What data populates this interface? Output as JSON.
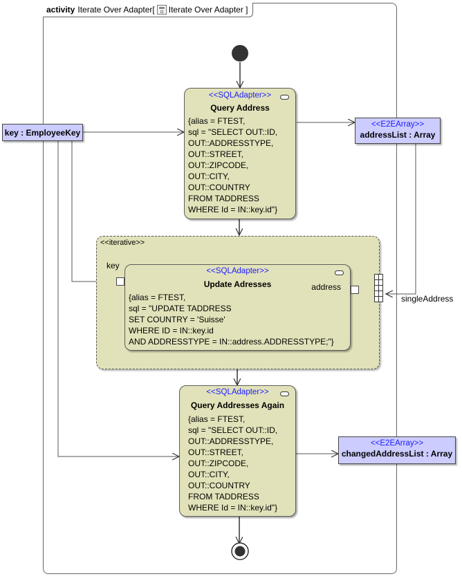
{
  "frame": {
    "keyword": "activity",
    "name": "Iterate Over Adapter",
    "behavior": "Iterate Over Adapter"
  },
  "actions": {
    "query_address": {
      "stereotype": "<<SQLAdapter>>",
      "name": "Query  Address",
      "body": [
        "{alias = FTEST,",
        "sql = \"SELECT OUT::ID,",
        "OUT::ADDRESSTYPE,",
        "OUT::STREET,",
        "OUT::ZIPCODE,",
        "OUT::CITY,",
        "OUT::COUNTRY",
        "FROM TADDRESS",
        "WHERE Id = IN::key.id\"}"
      ]
    },
    "update_adresses": {
      "stereotype": "<<SQLAdapter>>",
      "name": "Update Adresses",
      "body": [
        "{alias = FTEST,",
        "sql = \"UPDATE TADDRESS",
        "SET COUNTRY = 'Suisse'",
        "WHERE ID = IN::key.id",
        "AND ADDRESSTYPE = IN::address.ADDRESSTYPE;\"}"
      ]
    },
    "query_addresses_again": {
      "stereotype": "<<SQLAdapter>>",
      "name": "Query  Addresses Again",
      "body": [
        "{alias = FTEST,",
        "sql = \"SELECT OUT::ID,",
        "OUT::ADDRESSTYPE,",
        "OUT::STREET,",
        "OUT::ZIPCODE,",
        "OUT::CITY,",
        "OUT::COUNTRY",
        "FROM TADDRESS",
        "WHERE Id = IN::key.id\"}"
      ]
    }
  },
  "region": {
    "stereotype": "<<iterative>>",
    "pin_key_label": "key",
    "pin_address_label": "address",
    "expansion_label": "singleAddress"
  },
  "parameters": {
    "key": {
      "name": "key",
      "type": "EmployeeKey"
    }
  },
  "objects": {
    "address_list": {
      "stereotype": "<<E2EArray>>",
      "label": "addressList : Array"
    },
    "changed_address_list": {
      "stereotype": "<<E2EArray>>",
      "label": "changedAddressList : Array"
    }
  },
  "colors": {
    "action_fill": "#e2e2ba",
    "object_fill": "#ccccff",
    "stereotype_text": "#1a1aff"
  }
}
